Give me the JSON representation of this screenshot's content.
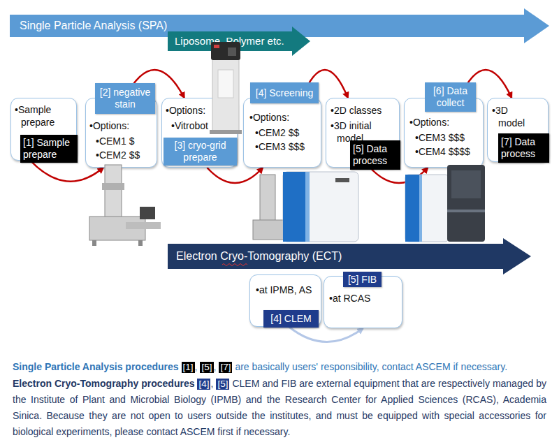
{
  "diagram": {
    "nodes": [
      {
        "text": [
          "Single Particle Analysis (SPA)"
        ]
      },
      {
        "text": [
          "Liposome, Polymer etc."
        ]
      },
      {
        "text": [
          "•Sample prepare",
          "[1] Sample prepare"
        ]
      },
      {
        "text": [
          "[2] negative stain",
          "•Options:",
          "•CEM1 $",
          "•CEM2 $$"
        ]
      },
      {
        "text": [
          "•Options:",
          "•Vitrobot",
          "[3] cryo-grid prepare"
        ]
      },
      {
        "text": [
          "[4] Screening",
          "•Options:",
          "•CEM2 $$",
          "•CEM3 $$$"
        ]
      },
      {
        "text": [
          "•2D classes",
          "•3D initial model",
          "[5] Data process"
        ]
      },
      {
        "text": [
          "[6] Data collect",
          "•Options:",
          "•CEM3 $$$",
          "•CEM4 $$$$"
        ]
      },
      {
        "text": [
          "•3D model",
          "[7] Data process"
        ]
      },
      {
        "text": [
          "Electron Cryo-Tomography (ECT)"
        ]
      },
      {
        "text": [
          "•at IPMB, AS",
          "[4] CLEM"
        ]
      },
      {
        "text": [
          "[5] FIB",
          "•at RCAS"
        ]
      }
    ],
    "edges": [
      {
        "from": 2,
        "to": 3,
        "arrow": "to"
      },
      {
        "from": 3,
        "to": 4,
        "arrow": "to"
      },
      {
        "from": 4,
        "to": 5,
        "arrow": "to"
      },
      {
        "from": 5,
        "to": 6,
        "arrow": "to"
      },
      {
        "from": 6,
        "to": 7,
        "arrow": "to"
      },
      {
        "from": 7,
        "to": 8,
        "arrow": "to"
      },
      {
        "from": 10,
        "to": 11,
        "arrow": "to"
      }
    ],
    "labels": [
      "Single Particle Analysis procedures",
      "[1]",
      ",",
      "[5]",
      ",",
      "[7]",
      "are basically users' responsibility, contact ASCEM if necessary.",
      "Electron Cryo-Tomography procedures",
      "[4]",
      ",",
      "[5]",
      "CLEM and FIB are external equipment that are respectively managed by the Institute of Plant and Microbial Biology (IPMB) and the Research Center for Applied Sciences (RCAS), Academia Sinica. Because they are not open to users outside the institutes, and must be equipped with special accessories for biological experiments, please contact ASCEM first if necessary."
    ]
  }
}
